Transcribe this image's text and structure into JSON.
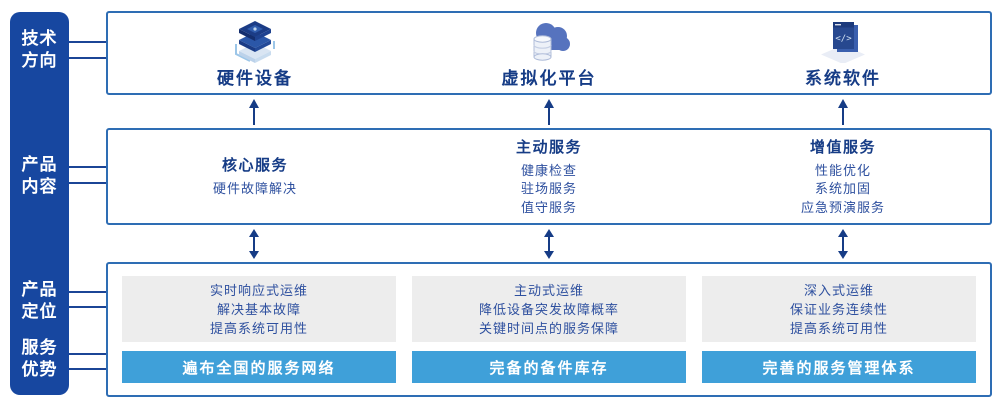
{
  "colors": {
    "sidebar_bg": "#1747A0",
    "panel_border": "#2E6DB4",
    "title_text": "#163C86",
    "body_text": "#2E509F",
    "advantage_bar_bg": "#3FA0D9",
    "gray_panel_bg": "#EDEDED",
    "connector_line": "#1B4596"
  },
  "sidebar": {
    "labels": [
      {
        "text": "技术方向"
      },
      {
        "text": "产品内容"
      },
      {
        "text": "产品定位"
      },
      {
        "text": "服务优势"
      }
    ]
  },
  "tech_row": {
    "items": [
      {
        "icon": "server-stack-icon",
        "label": "硬件设备"
      },
      {
        "icon": "cloud-database-icon",
        "label": "虚拟化平台"
      },
      {
        "icon": "code-window-icon",
        "label": "系统软件"
      }
    ]
  },
  "services_row": {
    "columns": [
      {
        "title": "核心服务",
        "items": [
          "硬件故障解决"
        ]
      },
      {
        "title": "主动服务",
        "items": [
          "健康检查",
          "驻场服务",
          "值守服务"
        ]
      },
      {
        "title": "增值服务",
        "items": [
          "性能优化",
          "系统加固",
          "应急预演服务"
        ]
      }
    ]
  },
  "positioning_row": {
    "columns": [
      {
        "lines": [
          "实时响应式运维",
          "解决基本故障",
          "提高系统可用性"
        ],
        "advantage": "遍布全国的服务网络"
      },
      {
        "lines": [
          "主动式运维",
          "降低设备突发故障概率",
          "关键时间点的服务保障"
        ],
        "advantage": "完备的备件库存"
      },
      {
        "lines": [
          "深入式运维",
          "保证业务连续性",
          "提高系统可用性"
        ],
        "advantage": "完善的服务管理体系"
      }
    ]
  }
}
